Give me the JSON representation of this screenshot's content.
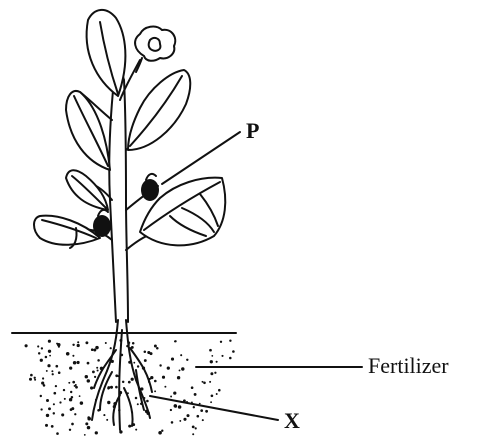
{
  "labels": {
    "p": "P",
    "fertilizer": "Fertilizer",
    "x": "X"
  },
  "icons": {
    "plant": "plant-illustration",
    "fruit": "fruit-icon",
    "flower": "flower-icon"
  },
  "colors": {
    "ink": "#111111",
    "paper": "#ffffff"
  }
}
